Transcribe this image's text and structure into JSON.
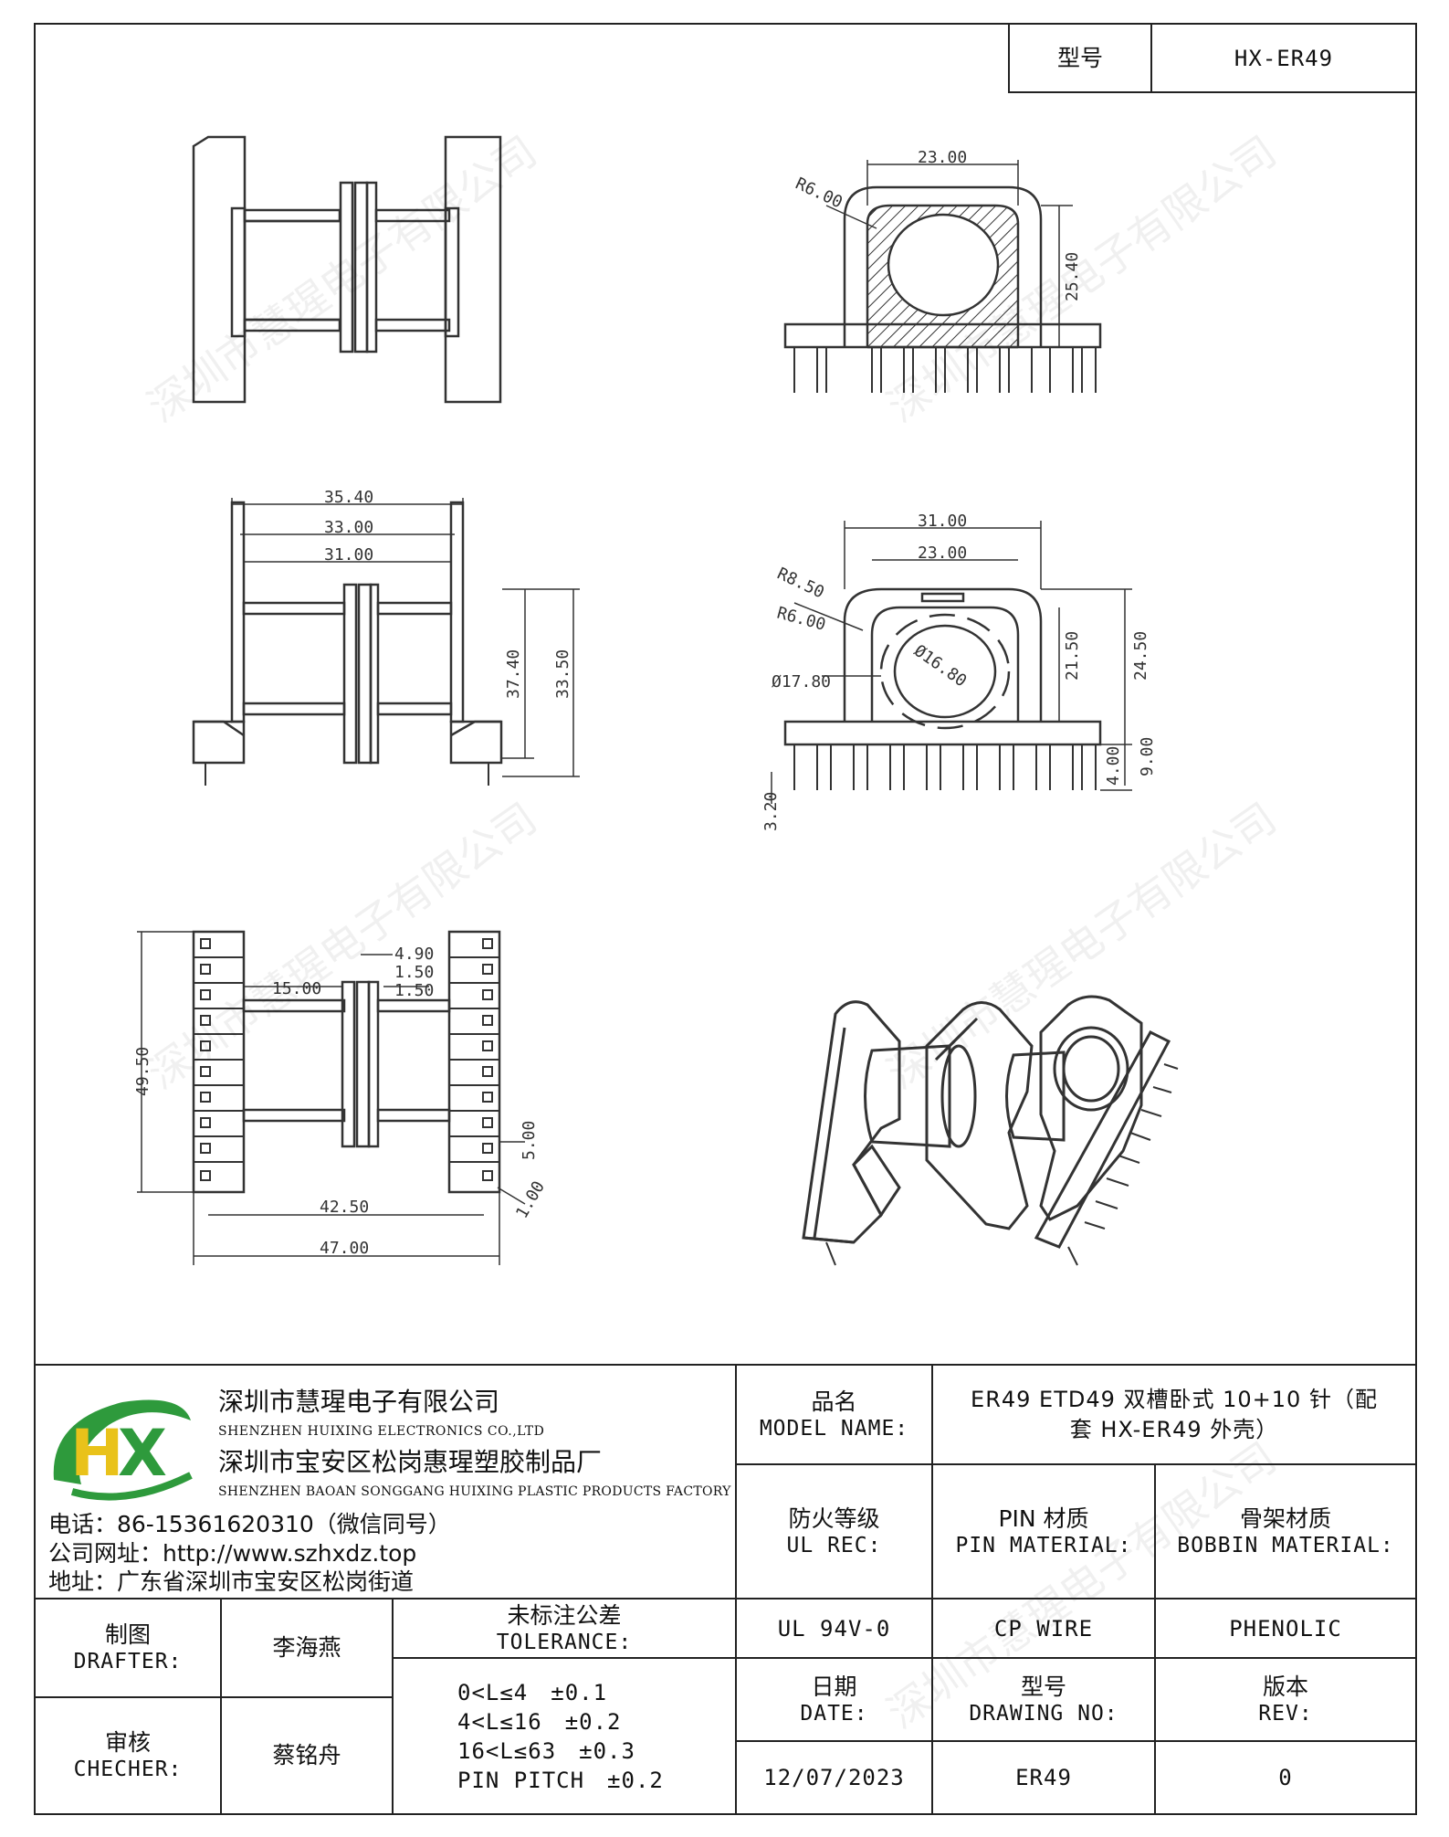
{
  "header": {
    "model_label": "型号",
    "model_value": "HX-ER49"
  },
  "watermark": "深圳市慧瑆电子有限公司",
  "dimensions": {
    "top_right": {
      "width": "23.00",
      "radius": "R6.00",
      "height": "25.40"
    },
    "mid_left": {
      "a": "35.40",
      "b": "33.00",
      "c": "31.00",
      "h1": "37.40",
      "h2": "33.50"
    },
    "mid_right": {
      "w1": "31.00",
      "w2": "23.00",
      "r1": "R8.50",
      "r2": "R6.00",
      "d1": "Ø16.80",
      "d2": "Ø17.80",
      "h1": "21.50",
      "h2": "24.50",
      "h3": "4.00",
      "h4": "9.00",
      "h5": "3.20"
    },
    "bottom_left": {
      "a": "4.90",
      "b": "1.50",
      "c": "15.00",
      "d": "1.50",
      "h": "49.50",
      "pitch": "5.00",
      "pin": "1.00",
      "w1": "42.50",
      "w2": "47.00"
    }
  },
  "company": {
    "name_cn": "深圳市慧瑆电子有限公司",
    "name_en": "SHENZHEN HUIXING ELECTRONICS CO.,LTD",
    "factory_cn": "深圳市宝安区松岗惠瑆塑胶制品厂",
    "factory_en": "SHENZHEN BAOAN SONGGANG HUIXING PLASTIC PRODUCTS FACTORY",
    "phone": "电话：86-15361620310（微信同号）",
    "website": "公司网址：http://www.szhxdz.top",
    "address": "地址：广东省深圳市宝安区松岗街道",
    "logo_text": "HX",
    "logo_color_green": "#2e9a3c",
    "logo_color_yellow": "#e9c21a"
  },
  "model_name": {
    "label_cn": "品名",
    "label_en": "MODEL NAME:",
    "value": "ER49 ETD49 双槽卧式 10+10 针（配套 HX-ER49 外壳）"
  },
  "ul_rec": {
    "label_cn": "防火等级",
    "label_en": "UL REC:",
    "value": "UL 94V-0"
  },
  "pin_material": {
    "label_cn": "PIN 材质",
    "label_en": "PIN MATERIAL:",
    "value": "CP WIRE"
  },
  "bobbin_material": {
    "label_cn": "骨架材质",
    "label_en": "BOBBIN MATERIAL:",
    "value": "PHENOLIC"
  },
  "drafter": {
    "label_cn": "制图",
    "label_en": "DRAFTER:",
    "value": "李海燕"
  },
  "checker": {
    "label_cn": "审核",
    "label_en": "CHECHER:",
    "value": "蔡铭舟"
  },
  "tolerance": {
    "label_cn": "未标注公差",
    "label_en": "TOLERANCE:",
    "lines": [
      "0<L≤4　±0.1",
      "4<L≤16　±0.2",
      "16<L≤63　±0.3",
      "PIN PITCH　±0.2"
    ]
  },
  "date": {
    "label_cn": "日期",
    "label_en": "DATE:",
    "value": "12/07/2023"
  },
  "drawing_no": {
    "label_cn": "型号",
    "label_en": "DRAWING NO:",
    "value": "ER49"
  },
  "rev": {
    "label_cn": "版本",
    "label_en": "REV:",
    "value": "0"
  }
}
